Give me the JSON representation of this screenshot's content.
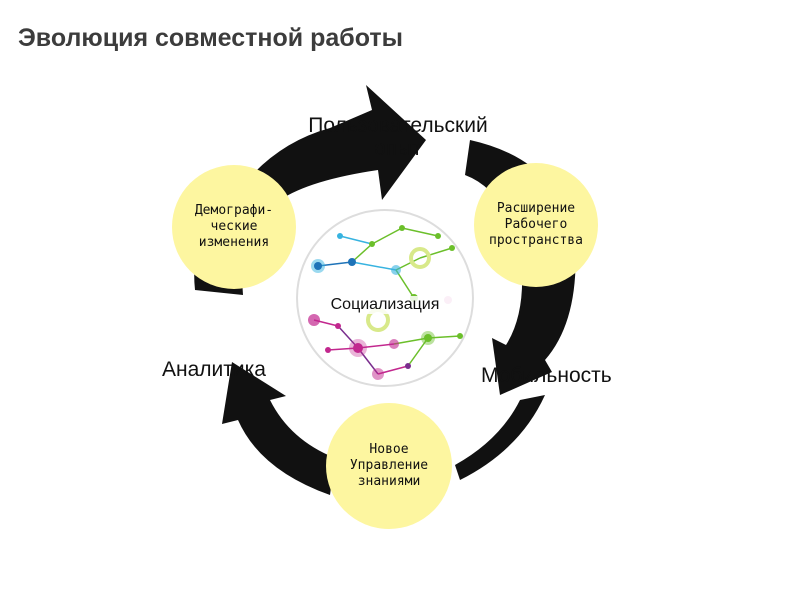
{
  "title": "Эволюция совместной работы",
  "center": {
    "label": "Социализация"
  },
  "arc_labels": {
    "top": "Пользовательский\nопыт",
    "right": "Мобильность",
    "left": "Аналитика"
  },
  "nodes": {
    "left": "Демографи-\nческие\nизменения",
    "right": "Расширение\nРабочего\nпространства",
    "bottom": "Новое\nУправление\nзнаниями"
  },
  "colors": {
    "arrow": "#111111",
    "node_fill": "#fdf6a0",
    "network_blue": "#1e73b8",
    "network_cyan": "#37b3e0",
    "network_green": "#6bbf2a",
    "network_magenta": "#c2278e",
    "network_purple": "#7a2e8e"
  }
}
